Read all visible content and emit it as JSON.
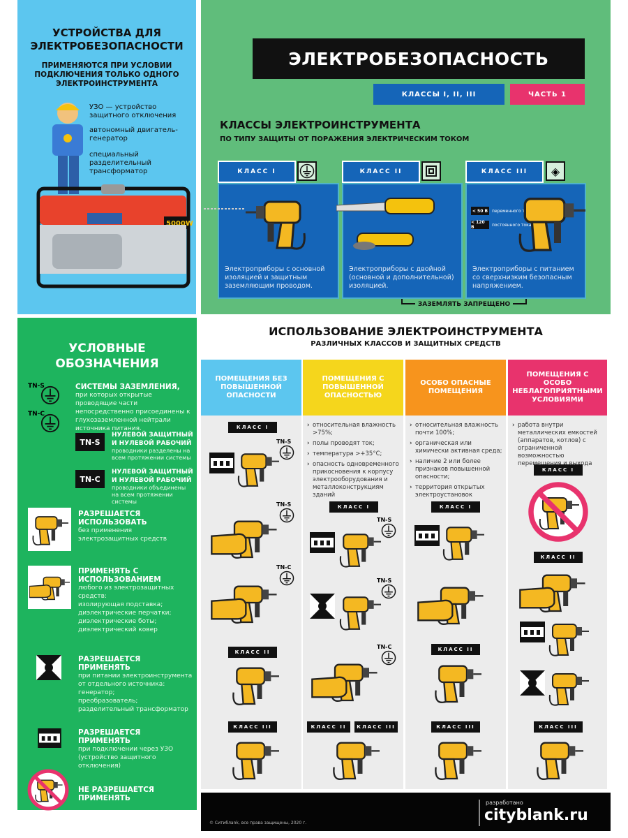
{
  "devices_panel": {
    "title": "УСТРОЙСТВА ДЛЯ ЭЛЕКТРОБЕЗОПАСНОСТИ",
    "subtitle": "ПРИМЕНЯЮТСЯ ПРИ УСЛОВИИ ПОДКЛЮЧЕНИЯ ТОЛЬКО ОДНОГО ЭЛЕКТРОИНСТРУМЕНТА",
    "items": [
      "УЗО — устройство защитного отключения",
      "автономный двигатель-генератор",
      "специальный разделительный трансформатор"
    ],
    "generator_label": "5000W"
  },
  "header": {
    "title": "ЭЛЕКТРОБЕЗОПАСНОСТЬ",
    "badge_classes": "КЛАССЫ I, II, III",
    "badge_part": "ЧАСТЬ 1",
    "colors": {
      "blue": "#1565b8",
      "pink": "#e8336d",
      "black": "#111111"
    }
  },
  "classes": {
    "title": "КЛАССЫ ЭЛЕКТРОИНСТРУМЕНТА",
    "subtitle": "ПО ТИПУ ЗАЩИТЫ ОТ ПОРАЖЕНИЯ ЭЛЕКТРИЧЕСКИМ ТОКОМ",
    "cards": [
      {
        "label": "КЛАСС I",
        "icon": "ground-symbol-icon",
        "text": "Электроприборы с основной изоляцией и защитным заземляющим проводом."
      },
      {
        "label": "КЛАСС II",
        "icon": "double-square-icon",
        "text": "Электроприборы с двойной (основной и дополнительной) изоляцией."
      },
      {
        "label": "КЛАСС III",
        "icon": "diamond-symbol-icon",
        "text": "Электроприборы с питанием со сверхнизким безопасным напряжением.",
        "voltages": [
          {
            "value": "< 50 В",
            "label": "переменного тока"
          },
          {
            "value": "< 120 В",
            "label": "постоянного тока"
          }
        ]
      }
    ],
    "note": "ЗАЗЕМЛЯТЬ ЗАПРЕЩЕНО"
  },
  "legend": {
    "title": "УСЛОВНЫЕ ОБОЗНАЧЕНИЯ",
    "grounding": {
      "tn_s": "TN-S",
      "tn_c": "TN-C",
      "heading": "СИСТЕМЫ ЗАЗЕМЛЕНИЯ,",
      "text": "при которых открытые проводящие части непосредственно присоединены к глухозаземленной нейтрали источника питания."
    },
    "tns": {
      "label": "TN-S",
      "heading": "НУЛЕВОЙ ЗАЩИТНЫЙ И НУЛЕВОЙ РАБОЧИЙ",
      "text": "проводники разделены на всем протяжении системы"
    },
    "tnc": {
      "label": "TN-C",
      "heading": "НУЛЕВОЙ ЗАЩИТНЫЙ И НУЛЕВОЙ РАБОЧИЙ",
      "text": "проводники объединены на всем протяжении системы"
    },
    "allowed": {
      "heading": "РАЗРЕШАЕТСЯ ИСПОЛЬЗОВАТЬ",
      "text": "без применения электрозащитных средств"
    },
    "with_protection": {
      "heading": "ПРИМЕНЯТЬ С ИСПОЛЬЗОВАНИЕМ",
      "text": "любого из электрозащитных средств:",
      "items": [
        "изолирующая подставка;",
        "диэлектрические перчатки;",
        "диэлектрические боты;",
        "диэлектрический ковер"
      ]
    },
    "separate_source": {
      "heading": "РАЗРЕШАЕТСЯ ПРИМЕНЯТЬ",
      "text": "при питании электроинструмента от отдельного источника:",
      "items": [
        "генератор;",
        "преобразователь;",
        "разделительный трансформатор"
      ]
    },
    "rcd": {
      "heading": "РАЗРЕШАЕТСЯ ПРИМЕНЯТЬ",
      "text": "при подключении через УЗО (устройство защитного отключения)"
    },
    "forbidden": {
      "heading": "НЕ РАЗРЕШАЕТСЯ ПРИМЕНЯТЬ"
    }
  },
  "usage": {
    "title": "ИСПОЛЬЗОВАНИЕ ЭЛЕКТРОИНСТРУМЕНТА",
    "subtitle": "РАЗЛИЧНЫХ КЛАССОВ И ЗАЩИТНЫХ СРЕДСТВ",
    "columns": [
      {
        "header": "ПОМЕЩЕНИЯ БЕЗ ПОВЫШЕННОЙ ОПАСНОСТИ",
        "color": "#5cc6ef",
        "conditions": [],
        "labels": [
          "КЛАСС I",
          "TN-S",
          "TN-S",
          "TN-C",
          "КЛАСС II",
          "КЛАСС III"
        ]
      },
      {
        "header": "ПОМЕЩЕНИЯ С ПОВЫШЕННОЙ ОПАСНОСТЬЮ",
        "color": "#f5d61c",
        "conditions": [
          "относительная влажность >75%;",
          "полы проводят ток;",
          "температура >+35°С;",
          "опасность одновременного прикосновения к корпусу электрооборудования и металлоконструкциям зданий"
        ],
        "labels": [
          "КЛАСС I",
          "TN-S",
          "TN-S",
          "TN-C",
          "КЛАСС II",
          "КЛАСС III"
        ]
      },
      {
        "header": "ОСОБО ОПАСНЫЕ ПОМЕЩЕНИЯ",
        "color": "#f7941d",
        "conditions": [
          "относительная влажность почти 100%;",
          "органическая или химически активная среда;",
          "наличие 2 или более признаков повышенной опасности;",
          "территория открытых электроустановок"
        ],
        "labels": [
          "КЛАСС I",
          "КЛАСС II",
          "КЛАСС III"
        ]
      },
      {
        "header": "ПОМЕЩЕНИЯ С ОСОБО НЕБЛАГОПРИЯТНЫМИ УСЛОВИЯМИ",
        "color": "#e8336d",
        "conditions": [
          "работа внутри металлических емкостей (аппаратов, котлов) с ограниченной возможностью перемещения и выхода"
        ],
        "labels": [
          "КЛАСС I",
          "КЛАСС III"
        ]
      }
    ]
  },
  "footer": {
    "copyright": "© Ситиблank, все права защищены, 2020 г.",
    "developed_by": "разработано",
    "brand": "cityblank.ru"
  }
}
